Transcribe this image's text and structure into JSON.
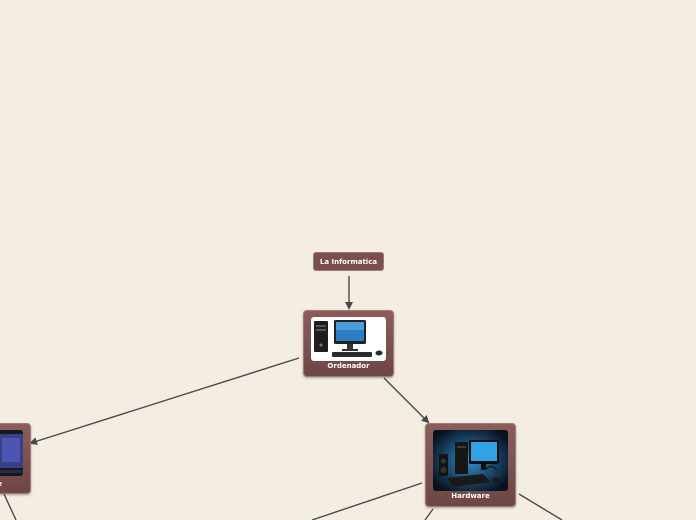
{
  "diagram": {
    "root": {
      "label": "La Informatica"
    },
    "ordenador": {
      "label": "Ordenador",
      "image": "desktop-computer-icon"
    },
    "hardware": {
      "label": "Hardware",
      "image": "hardware-peripherals-icon"
    },
    "software": {
      "label": "e",
      "image": "software-monitor-icon"
    }
  },
  "colors": {
    "background": "#f3ede2",
    "node": "#7a4f4d",
    "edge": "#4a4a4a"
  }
}
